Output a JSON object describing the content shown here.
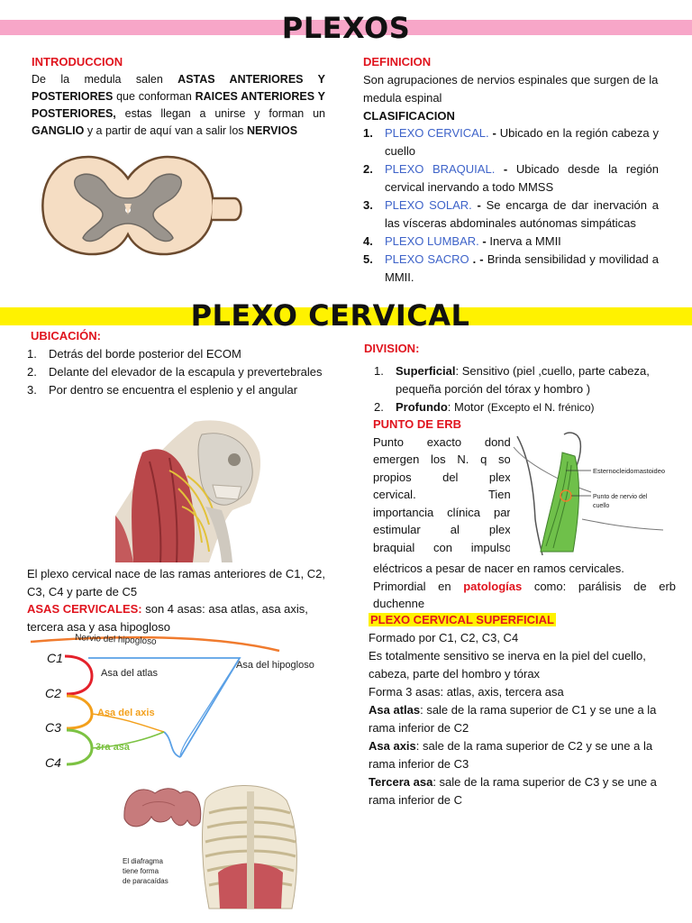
{
  "header": {
    "title": "PLEXOS"
  },
  "intro": {
    "heading": "INTRODUCCION",
    "t1": "De la medula salen ",
    "b1": "ASTAS ANTERIORES Y POSTERIORES",
    "t2": " que conforman ",
    "b2": "RAICES ANTERIORES Y POSTERIORES,",
    "t3": " estas llegan a unirse y forman un ",
    "b3": "GANGLIO",
    "t4": " y a partir de aquí van a salir los ",
    "b4": "NERVIOS"
  },
  "definicion": {
    "heading": "DEFINICION",
    "text": "Son agrupaciones de nervios espinales que surgen de la medula espinal"
  },
  "clasificacion": {
    "heading": "CLASIFICACION",
    "items": [
      {
        "num": "1.",
        "name": "PLEXO CERVICAL.",
        "sep": " - ",
        "desc": "Ubicado en la región cabeza y cuello"
      },
      {
        "num": "2.",
        "name": "PLEXO BRAQUIAL.",
        "sep": " - ",
        "desc": "Ubicado desde la región cervical inervando a todo MMSS"
      },
      {
        "num": "3.",
        "name": "PLEXO SOLAR.",
        "sep": " - ",
        "desc": "Se encarga de dar inervación a las vísceras abdominales autónomas simpáticas"
      },
      {
        "num": "4.",
        "name": "PLEXO LUMBAR.",
        "sep": " - ",
        "desc": "Inerva a MMII"
      },
      {
        "num": "5.",
        "name": "PLEXO SACRO",
        "sep": " . - ",
        "desc": "Brinda sensibilidad y movilidad a MMII."
      }
    ]
  },
  "section2": {
    "title": "PLEXO CERVICAL"
  },
  "ubicacion": {
    "heading": "UBICACIÓN:",
    "items": [
      {
        "num": "1.",
        "text": "Detrás del borde posterior del ECOM"
      },
      {
        "num": "2.",
        "text": "Delante del elevador de la escapula y prevertebrales"
      },
      {
        "num": "3.",
        "text": "Por dentro se encuentra el esplenio y el angular"
      }
    ]
  },
  "nacimiento": "El plexo cervical nace de las ramas anteriores de C1, C2, C3, C4 y parte de C5",
  "asas": {
    "heading": "ASAS CERVICALES:",
    "text": " son 4 asas: asa atlas, asa axis, tercera asa y asa hipogloso"
  },
  "asas_diagram": {
    "nervio_hipogloso": "Nervio del hipogloso",
    "asa_hipogloso": "Asa del hipogloso",
    "asa_atlas": "Asa del atlas",
    "asa_axis": "Asa del axis",
    "tercera_asa": "3ra asa",
    "levels": [
      "C1",
      "C2",
      "C3",
      "C4"
    ]
  },
  "diafragma_caption": [
    "El diafragma",
    "tiene forma",
    "de paracaídas"
  ],
  "division": {
    "heading": "DIVISION:",
    "items": [
      {
        "num": "1.",
        "label": "Superficial",
        "text": ": Sensitivo (piel ,cuello, parte cabeza, pequeña porción del tórax y hombro )"
      },
      {
        "num": "2.",
        "label": "Profundo",
        "text": ": Motor ",
        "note": "(Excepto el N. frénico)"
      }
    ]
  },
  "erb": {
    "heading": "PUNTO DE ERB",
    "lines": [
      "Punto exacto donde",
      "emergen los N. q son",
      "propios del plexo",
      "cervical. Tiene",
      "importancia clínica para",
      "estimular al plexo",
      "braquial con impulsos"
    ],
    "cont1": "eléctricos a pesar de nacer en ramos cervicales.",
    "cont2a": "Primordial en ",
    "cont2b": "patologías",
    "cont2c": " como: parálisis de erb duchenne",
    "fig_label1": "Esternocleidomastoideo",
    "fig_label2": "Punto de nervio del",
    "fig_label3": "cuello"
  },
  "superficial": {
    "heading": "PLEXO CERVICAL SUPERFICIAL",
    "formado": "Formado por C1, C2, C3, C4",
    "sensitivo": "Es totalmente sensitivo se inerva en la piel del cuello, cabeza, parte del hombro y tórax",
    "forma": "Forma 3 asas: atlas, axis, tercera asa",
    "asas": [
      {
        "label": "Asa atlas",
        "text": ": sale de la rama superior de C1 y se une a la rama inferior de C2"
      },
      {
        "label": "Asa axis",
        "text": ": sale de la rama superior de C2 y se une a la rama inferior de C3"
      },
      {
        "label": "Tercera asa",
        "text": ": sale de la rama superior de C3 y se une a rama inferior de C"
      }
    ]
  },
  "colors": {
    "pink_band": "#f7a6c8",
    "yellow_band": "#fff200",
    "heading_red": "#e0141e",
    "item_blue": "#3e63c9"
  }
}
